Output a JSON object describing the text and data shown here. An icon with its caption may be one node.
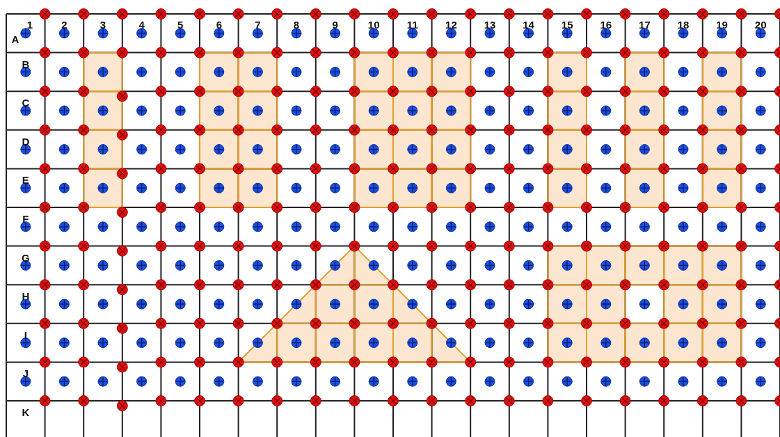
{
  "diagram": {
    "labels": [
      "1",
      "2",
      "3",
      "4",
      "5",
      "6",
      "7",
      "8",
      "9",
      "10",
      "11",
      "12",
      "13",
      "14",
      "15",
      "16",
      "17",
      "18",
      "19",
      "20",
      "A",
      "B",
      "C",
      "D",
      "E",
      "F",
      "G",
      "H",
      "I",
      "J",
      "K"
    ]
  }
}
